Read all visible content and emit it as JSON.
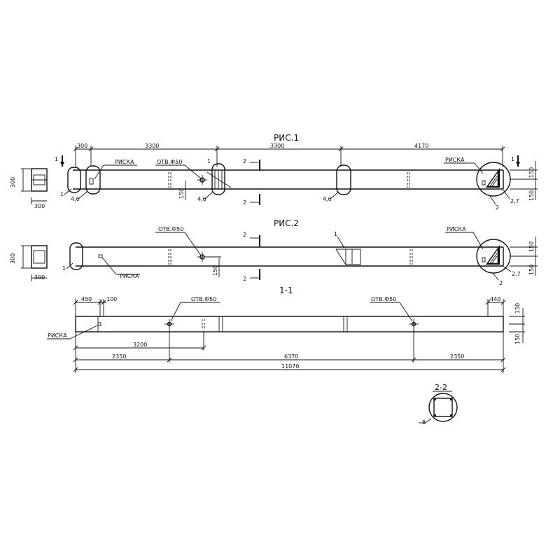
{
  "figures": {
    "fig1": {
      "title": "РИС.1"
    },
    "fig2": {
      "title": "РИС.2"
    },
    "section_1_1": {
      "title": "1-1"
    },
    "section_2_2": {
      "title": "2-2"
    }
  },
  "labels": {
    "riska": "РИСКА",
    "hole": "ОТВ.Ф50",
    "ref_4_6": "4,6",
    "ref_2_7": "2,7",
    "ref_1": "1",
    "ref_2": "2",
    "ref_8": "8",
    "cut_1": "1",
    "cut_2": "2"
  },
  "dimensions": {
    "fig1_top": [
      "300",
      "3300",
      "3300",
      "4170"
    ],
    "side_150": "150",
    "side_300": "300",
    "section_1_1_top": [
      "450",
      "100",
      "440"
    ],
    "section_1_1_3200": "3200",
    "section_1_1_bottom": [
      "2350",
      "6370",
      "2350"
    ],
    "section_1_1_total": "11070"
  }
}
